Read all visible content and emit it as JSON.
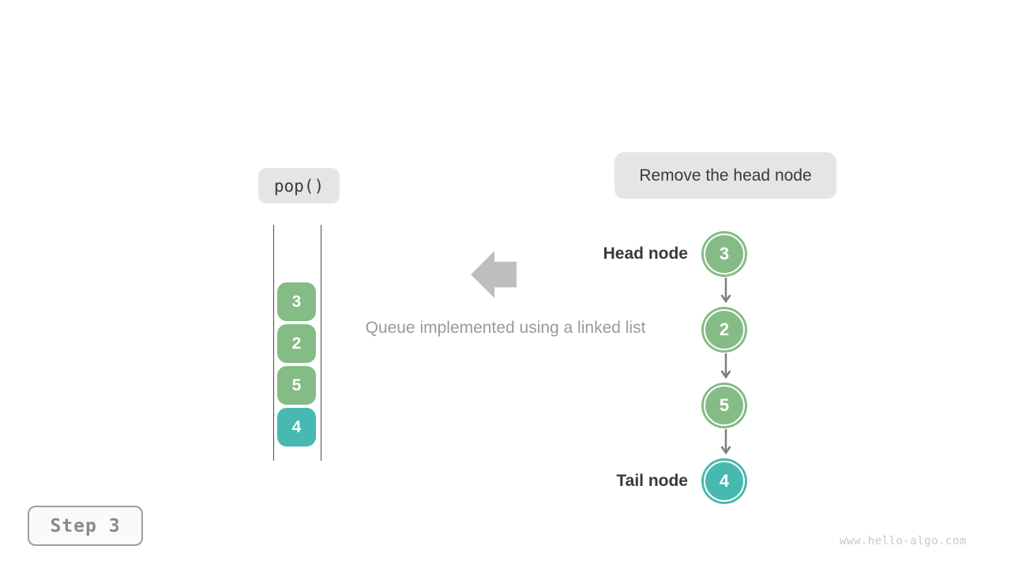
{
  "page": {
    "step_label": "Step 3",
    "watermark": "www.hello-algo.com"
  },
  "operation": {
    "label": "pop()"
  },
  "annotation": {
    "label": "Remove the head node"
  },
  "caption": "Queue implemented using a linked list",
  "colors": {
    "green": "#85bb85",
    "teal": "#47b9b1",
    "box_bg": "#e5e5e5",
    "arrow_gray": "#bebebe",
    "connector": "#7e7e7e",
    "dark_text": "#3a3a3a",
    "caption_color": "#9a9a9a",
    "line_dark": "#4b4b4b",
    "step_border": "#9e9e9e",
    "step_text": "#8a8a8a",
    "watermark_color": "#c9c9c9"
  },
  "queue_array": {
    "items": [
      {
        "value": "3",
        "type": "green"
      },
      {
        "value": "2",
        "type": "green"
      },
      {
        "value": "5",
        "type": "green"
      },
      {
        "value": "4",
        "type": "teal"
      }
    ]
  },
  "linked_list": {
    "head_label": "Head node",
    "tail_label": "Tail node",
    "nodes": [
      {
        "value": "3",
        "type": "green"
      },
      {
        "value": "2",
        "type": "green"
      },
      {
        "value": "5",
        "type": "green"
      },
      {
        "value": "4",
        "type": "teal"
      }
    ]
  }
}
